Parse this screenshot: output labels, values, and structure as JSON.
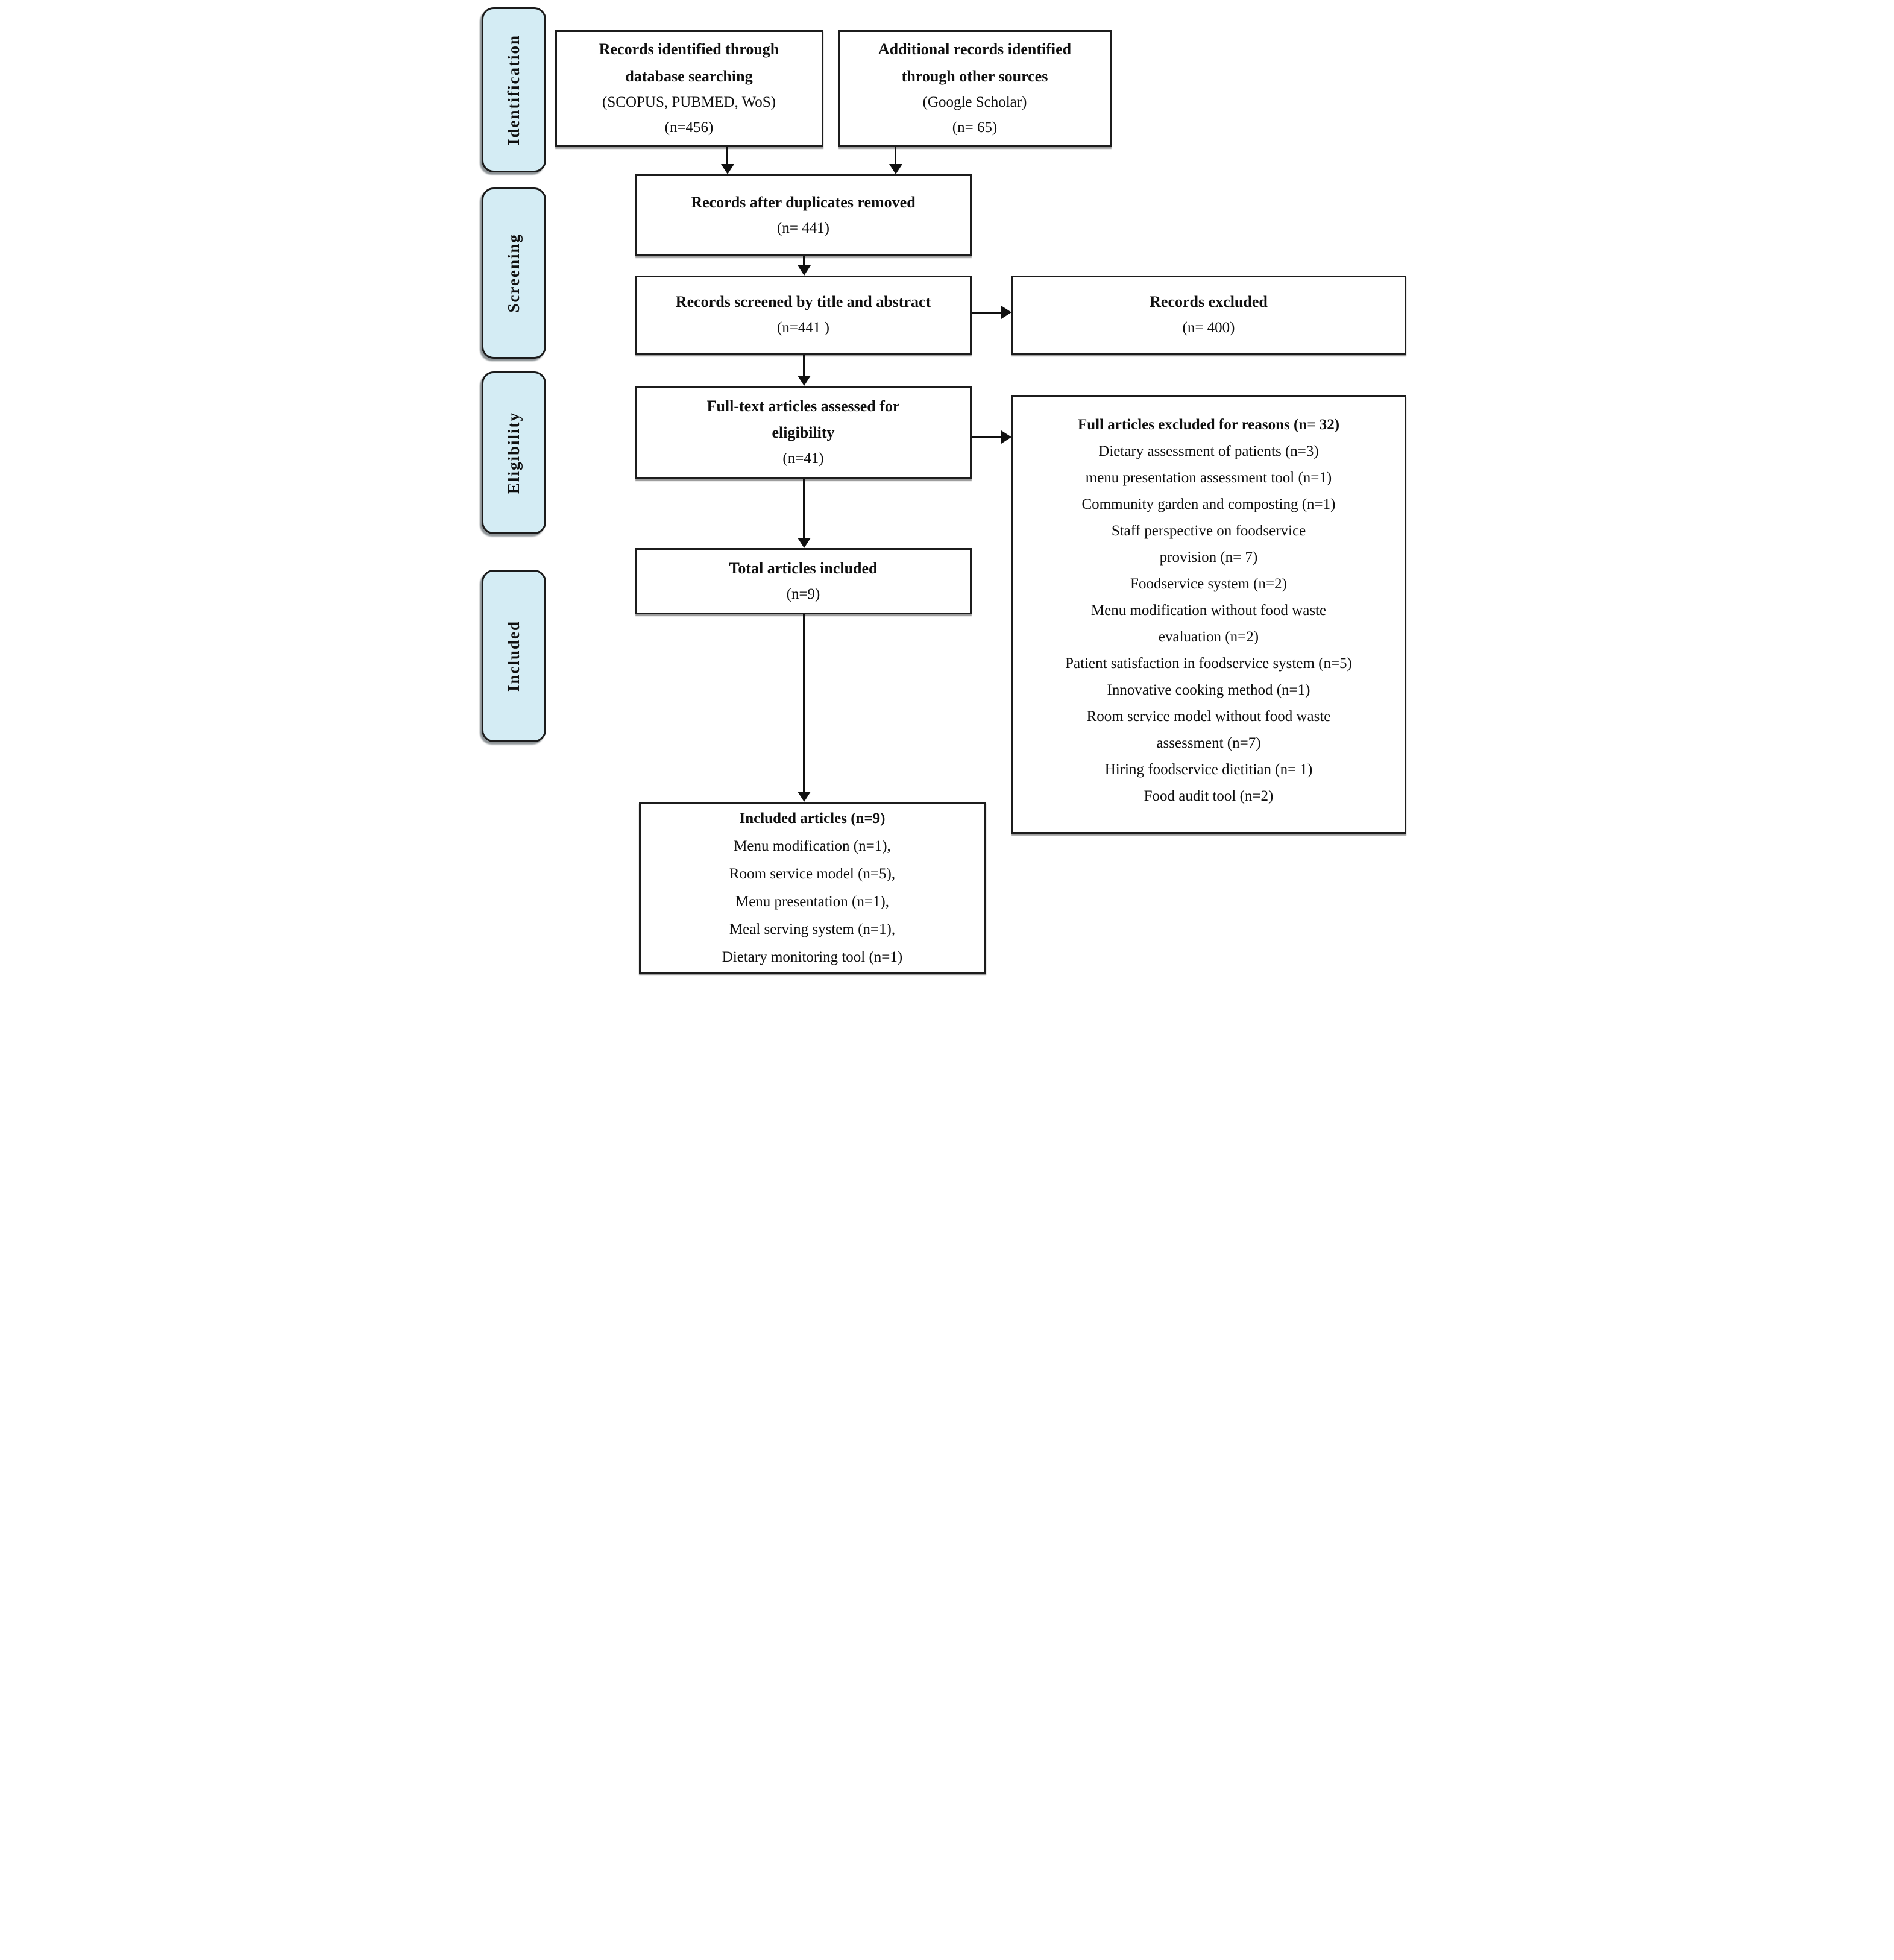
{
  "colors": {
    "stage_fill": "#d4ecf4",
    "box_border": "#1c1c1c",
    "arrow": "#101010"
  },
  "stages": [
    {
      "label": "Identification"
    },
    {
      "label": "Screening"
    },
    {
      "label": "Eligibility"
    },
    {
      "label": "Included"
    }
  ],
  "boxes": {
    "records_db": {
      "bold": [
        "Records identified through",
        "database searching"
      ],
      "normal": [
        "(SCOPUS, PUBMED, WoS)",
        "(n=456)"
      ]
    },
    "records_other": {
      "bold": [
        "Additional records identified",
        "through other sources"
      ],
      "normal": [
        "(Google Scholar)",
        "(n= 65)"
      ]
    },
    "after_duplicates": {
      "bold": [
        "Records after duplicates removed"
      ],
      "normal": [
        "(n= 441)"
      ]
    },
    "screened": {
      "bold": [
        "Records screened by title and abstract"
      ],
      "normal": [
        "(n=441 )"
      ]
    },
    "records_excluded": {
      "bold": [
        "Records excluded"
      ],
      "normal": [
        "(n= 400)"
      ]
    },
    "fulltext": {
      "bold": [
        "Full-text articles assessed for",
        "eligibility"
      ],
      "normal": [
        "(n=41)"
      ]
    },
    "exclusion_reasons": {
      "bold": [
        "Full articles excluded for reasons (n= 32)"
      ],
      "normal": [
        "Dietary assessment of patients (n=3)",
        "menu presentation assessment tool (n=1)",
        "Community garden and composting (n=1)",
        "Staff perspective on foodservice",
        "provision (n= 7)",
        "Foodservice system (n=2)",
        "Menu modification without food waste",
        "evaluation (n=2)",
        "Patient satisfaction in foodservice system (n=5)",
        "Innovative cooking method (n=1)",
        "Room service model without food waste",
        "assessment (n=7)",
        "Hiring foodservice dietitian (n= 1)",
        "Food audit tool (n=2)"
      ]
    },
    "total_included": {
      "bold": [
        "Total articles included"
      ],
      "normal": [
        "(n=9)"
      ]
    },
    "included_articles": {
      "bold": [
        "Included articles (n=9)"
      ],
      "normal": [
        "Menu modification (n=1),",
        "Room service model (n=5),",
        "Menu presentation (n=1),",
        "Meal serving system (n=1),",
        "Dietary monitoring tool (n=1)"
      ]
    }
  }
}
